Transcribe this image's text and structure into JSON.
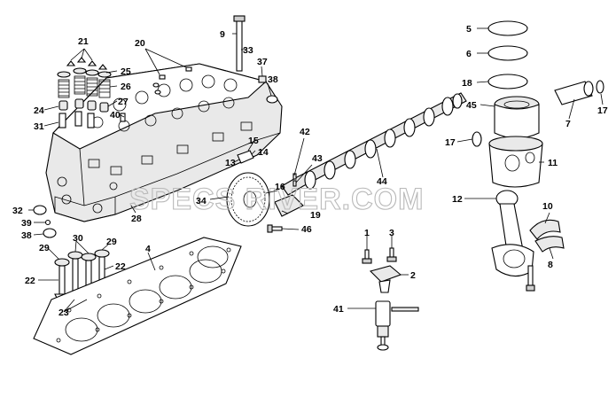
{
  "watermark": "SPECS RIVER.COM",
  "callouts": [
    {
      "id": "c1",
      "label": "1"
    },
    {
      "id": "c2",
      "label": "2"
    },
    {
      "id": "c3",
      "label": "3"
    },
    {
      "id": "c4",
      "label": "4"
    },
    {
      "id": "c5",
      "label": "5"
    },
    {
      "id": "c6",
      "label": "6"
    },
    {
      "id": "c7",
      "label": "7"
    },
    {
      "id": "c8",
      "label": "8"
    },
    {
      "id": "c9",
      "label": "9"
    },
    {
      "id": "c10",
      "label": "10"
    },
    {
      "id": "c11",
      "label": "11"
    },
    {
      "id": "c12",
      "label": "12"
    },
    {
      "id": "c13",
      "label": "13"
    },
    {
      "id": "c14",
      "label": "14"
    },
    {
      "id": "c15",
      "label": "15"
    },
    {
      "id": "c16",
      "label": "16"
    },
    {
      "id": "c17",
      "label": "17"
    },
    {
      "id": "c18",
      "label": "18"
    },
    {
      "id": "c19",
      "label": "19"
    },
    {
      "id": "c20",
      "label": "20"
    },
    {
      "id": "c21",
      "label": "21"
    },
    {
      "id": "c22a",
      "label": "22"
    },
    {
      "id": "c22b",
      "label": "22"
    },
    {
      "id": "c23",
      "label": "23"
    },
    {
      "id": "c24",
      "label": "24"
    },
    {
      "id": "c25",
      "label": "25"
    },
    {
      "id": "c26",
      "label": "26"
    },
    {
      "id": "c27",
      "label": "27"
    },
    {
      "id": "c28",
      "label": "28"
    },
    {
      "id": "c29a",
      "label": "29"
    },
    {
      "id": "c29b",
      "label": "29"
    },
    {
      "id": "c30",
      "label": "30"
    },
    {
      "id": "c31",
      "label": "31"
    },
    {
      "id": "c32",
      "label": "32"
    },
    {
      "id": "c33",
      "label": "33"
    },
    {
      "id": "c34",
      "label": "34"
    },
    {
      "id": "c37",
      "label": "37"
    },
    {
      "id": "c38a",
      "label": "38"
    },
    {
      "id": "c38b",
      "label": "38"
    },
    {
      "id": "c39",
      "label": "39"
    },
    {
      "id": "c40",
      "label": "40"
    },
    {
      "id": "c41",
      "label": "41"
    },
    {
      "id": "c42",
      "label": "42"
    },
    {
      "id": "c43",
      "label": "43"
    },
    {
      "id": "c44",
      "label": "44"
    },
    {
      "id": "c45",
      "label": "45"
    },
    {
      "id": "c46",
      "label": "46"
    }
  ]
}
